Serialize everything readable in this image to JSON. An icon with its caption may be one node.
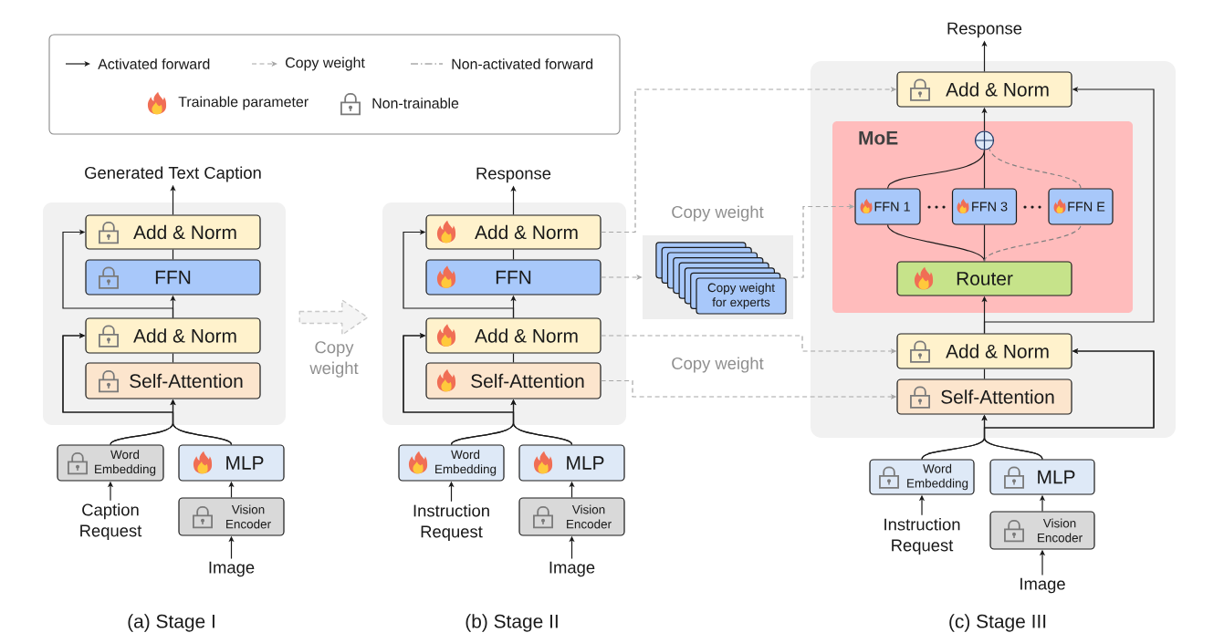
{
  "diagram": {
    "nodes": [
      {
        "text": [
          "Generated Text Caption"
        ]
      },
      {
        "text": [],
        "shape": "box"
      },
      {
        "text": [
          "Add & Norm"
        ],
        "in": 1
      },
      {
        "text": [
          "FFN"
        ],
        "in": 1
      },
      {
        "text": [
          "Add & Norm"
        ],
        "in": 1
      },
      {
        "text": [
          "Self-Attention"
        ],
        "in": 1
      },
      {
        "text": [
          "Word Embedding"
        ]
      },
      {
        "text": [
          "MLP"
        ]
      },
      {
        "text": [
          "Caption Request"
        ]
      },
      {
        "text": [
          "Vision Encoder"
        ]
      },
      {
        "text": [
          "Image"
        ]
      },
      {
        "text": [
          "Response"
        ]
      },
      {
        "text": [],
        "shape": "box"
      },
      {
        "text": [
          "Add & Norm"
        ],
        "in": 12
      },
      {
        "text": [
          "FFN"
        ],
        "in": 12
      },
      {
        "text": [
          "Add & Norm"
        ],
        "in": 12
      },
      {
        "text": [
          "Self-Attention"
        ],
        "in": 12
      },
      {
        "text": [
          "Word Embedding"
        ]
      },
      {
        "text": [
          "MLP"
        ]
      },
      {
        "text": [
          "Instruction Request"
        ]
      },
      {
        "text": [
          "Vision Encoder"
        ]
      },
      {
        "text": [
          "Image"
        ]
      },
      {
        "text": [],
        "shape": "box"
      },
      {
        "text": [
          "Copy weight for experts"
        ],
        "in": 22
      },
      {
        "text": [
          "Response"
        ]
      },
      {
        "text": [],
        "shape": "box"
      },
      {
        "text": [
          "Add & Norm"
        ],
        "in": 25
      },
      {
        "text": [
          "MoE"
        ],
        "in": 25
      },
      {
        "text": [],
        "shape": "circle",
        "in": 27
      },
      {
        "text": [
          "FFN 1"
        ],
        "in": 27
      },
      {
        "text": [
          "FFN 3"
        ],
        "in": 27
      },
      {
        "text": [
          "FFN E"
        ],
        "in": 27
      },
      {
        "text": [
          "Router"
        ],
        "in": 27
      },
      {
        "text": [
          "Add & Norm"
        ],
        "in": 25
      },
      {
        "text": [
          "Self-Attention"
        ],
        "in": 25
      },
      {
        "text": [
          "Word Embedding"
        ]
      },
      {
        "text": [
          "MLP"
        ]
      },
      {
        "text": [
          "Instruction Request"
        ]
      },
      {
        "text": [
          "Vision Encoder"
        ]
      },
      {
        "text": [
          "Image"
        ]
      }
    ],
    "edges": [
      {
        "from": 2,
        "to": 0,
        "arrow": "to"
      },
      {
        "from": 3,
        "to": 2,
        "arrow": "none"
      },
      {
        "from": 4,
        "to": 3,
        "arrow": "to"
      },
      {
        "from": 4,
        "to": 2,
        "arrow": "to"
      },
      {
        "from": 5,
        "to": 4,
        "arrow": "none"
      },
      {
        "from": 6,
        "to": 5,
        "arrow": "to"
      },
      {
        "from": 7,
        "to": 5,
        "arrow": "to"
      },
      {
        "from": 6,
        "to": 4,
        "arrow": "to"
      },
      {
        "from": 7,
        "to": 4,
        "arrow": "to"
      },
      {
        "from": 8,
        "to": 6,
        "arrow": "to"
      },
      {
        "from": 10,
        "to": 9,
        "arrow": "to"
      },
      {
        "from": 9,
        "to": 7,
        "arrow": "to"
      },
      {
        "from": 1,
        "to": 12,
        "arrow": "to",
        "label": "Copy weight",
        "style": "dashed",
        "color": "#c8c8c8"
      },
      {
        "from": 13,
        "to": 11,
        "arrow": "to"
      },
      {
        "from": 14,
        "to": 13,
        "arrow": "none"
      },
      {
        "from": 15,
        "to": 14,
        "arrow": "to"
      },
      {
        "from": 15,
        "to": 13,
        "arrow": "to"
      },
      {
        "from": 16,
        "to": 15,
        "arrow": "none"
      },
      {
        "from": 17,
        "to": 16,
        "arrow": "to"
      },
      {
        "from": 18,
        "to": 16,
        "arrow": "to"
      },
      {
        "from": 17,
        "to": 15,
        "arrow": "to"
      },
      {
        "from": 18,
        "to": 15,
        "arrow": "to"
      },
      {
        "from": 19,
        "to": 17,
        "arrow": "to"
      },
      {
        "from": 21,
        "to": 20,
        "arrow": "to"
      },
      {
        "from": 20,
        "to": 18,
        "arrow": "to"
      },
      {
        "from": 13,
        "to": 26,
        "arrow": "to",
        "style": "dashed",
        "color": "#a6a6a6"
      },
      {
        "from": 14,
        "to": 22,
        "arrow": "to",
        "style": "dashed",
        "color": "#a6a6a6"
      },
      {
        "from": 22,
        "to": 29,
        "arrow": "to",
        "style": "dashed",
        "color": "#a6a6a6"
      },
      {
        "from": 15,
        "to": 33,
        "arrow": "to",
        "style": "dashed",
        "color": "#a6a6a6"
      },
      {
        "from": 16,
        "to": 34,
        "arrow": "to",
        "style": "dashed",
        "color": "#a6a6a6"
      },
      {
        "from": 26,
        "to": 24,
        "arrow": "to"
      },
      {
        "from": 28,
        "to": 26,
        "arrow": "to"
      },
      {
        "from": 29,
        "to": 28,
        "arrow": "none"
      },
      {
        "from": 30,
        "to": 28,
        "arrow": "none"
      },
      {
        "from": 31,
        "to": 28,
        "arrow": "none",
        "style": "dashed",
        "color": "#808080"
      },
      {
        "from": 32,
        "to": 29,
        "arrow": "none"
      },
      {
        "from": 32,
        "to": 30,
        "arrow": "none"
      },
      {
        "from": 32,
        "to": 31,
        "arrow": "none",
        "style": "dashed",
        "color": "#808080"
      },
      {
        "from": 33,
        "to": 32,
        "arrow": "to"
      },
      {
        "from": 33,
        "to": 26,
        "arrow": "to"
      },
      {
        "from": 34,
        "to": 33,
        "arrow": "none"
      },
      {
        "from": 35,
        "to": 34,
        "arrow": "to"
      },
      {
        "from": 36,
        "to": 34,
        "arrow": "to"
      },
      {
        "from": 35,
        "to": 33,
        "arrow": "to"
      },
      {
        "from": 36,
        "to": 33,
        "arrow": "to"
      },
      {
        "from": 37,
        "to": 35,
        "arrow": "to"
      },
      {
        "from": 39,
        "to": 38,
        "arrow": "to"
      },
      {
        "from": 38,
        "to": 36,
        "arrow": "to"
      }
    ],
    "labels": [
      "Copy weight",
      "Copy weight",
      "(a) Stage I",
      "(b) Stage II",
      "(c) Stage III"
    ],
    "legend": [
      {
        "text": "Activated forward"
      },
      {
        "text": "Copy weight"
      },
      {
        "text": "Non-activated forward"
      },
      {
        "text": "Trainable parameter"
      },
      {
        "text": "Non-trainable"
      }
    ]
  }
}
